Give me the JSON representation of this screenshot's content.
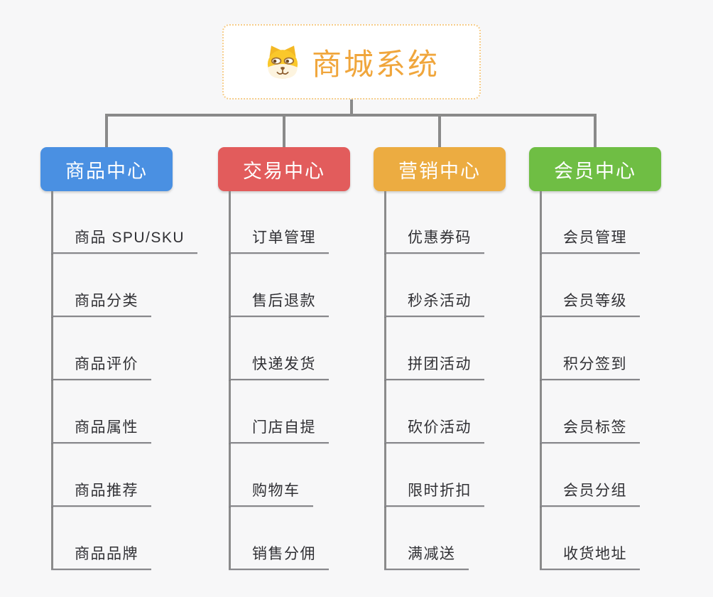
{
  "root": {
    "title": "商城系统",
    "icon": "dog-face-icon",
    "title_color": "#f0a63c",
    "border_color": "#f6cd8a"
  },
  "branches": [
    {
      "label": "商品中心",
      "color": "#4a90e2",
      "children": [
        "商品 SPU/SKU",
        "商品分类",
        "商品评价",
        "商品属性",
        "商品推荐",
        "商品品牌"
      ]
    },
    {
      "label": "交易中心",
      "color": "#e25c5c",
      "children": [
        "订单管理",
        "售后退款",
        "快递发货",
        "门店自提",
        "购物车",
        "销售分佣"
      ]
    },
    {
      "label": "营销中心",
      "color": "#ecac41",
      "children": [
        "优惠券码",
        "秒杀活动",
        "拼团活动",
        "砍价活动",
        "限时折扣",
        "满减送"
      ]
    },
    {
      "label": "会员中心",
      "color": "#6fbe44",
      "children": [
        "会员管理",
        "会员等级",
        "积分签到",
        "会员标签",
        "会员分组",
        "收货地址"
      ]
    }
  ],
  "colors": {
    "background": "#f7f7f8",
    "connector": "#8a8a8a",
    "leaf_text": "#303034"
  }
}
